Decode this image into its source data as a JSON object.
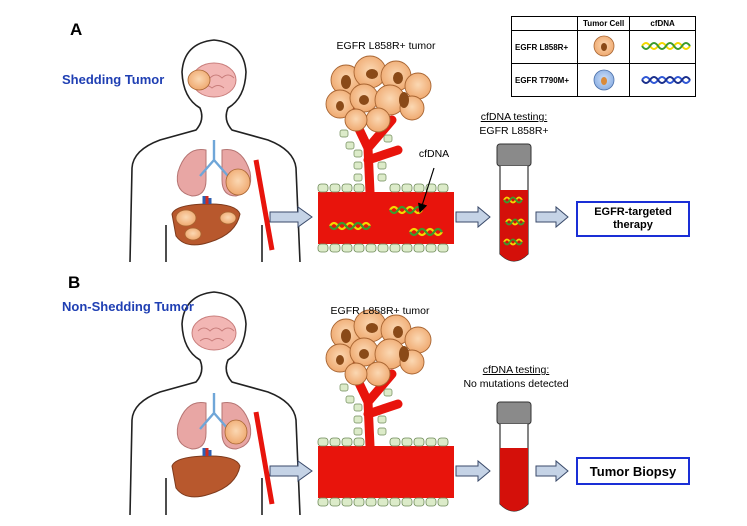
{
  "panel_a": {
    "letter": "A",
    "title": "Shedding Tumor",
    "tumor_label": "EGFR L858R+ tumor",
    "cfdna_label": "cfDNA",
    "testing_heading": "cfDNA testing:",
    "testing_result": "EGFR L858R+",
    "outcome": "EGFR-targeted therapy"
  },
  "panel_b": {
    "letter": "B",
    "title": "Non-Shedding Tumor",
    "tumor_label": "EGFR L858R+ tumor",
    "testing_heading": "cfDNA testing:",
    "testing_result": "No mutations detected",
    "outcome": "Tumor Biopsy"
  },
  "legend": {
    "headers": [
      "",
      "Tumor Cell",
      "cfDNA"
    ],
    "rows": [
      {
        "label": "EGFR L858R+",
        "cell_color": "#f2b27a",
        "dna_colors": [
          "#f5d800",
          "#3c9a2e"
        ]
      },
      {
        "label": "EGFR T790M+",
        "cell_color": "#8fb3e6",
        "dna_colors": [
          "#2f57d6",
          "#1a2f8c"
        ]
      }
    ]
  },
  "colors": {
    "blood": "#e8140c",
    "vessel_cell": "#dcebc9",
    "title_blue": "#1f3fb3",
    "outcome_border": "#1a2fd6",
    "arrow_fill": "#c5d3e6"
  }
}
